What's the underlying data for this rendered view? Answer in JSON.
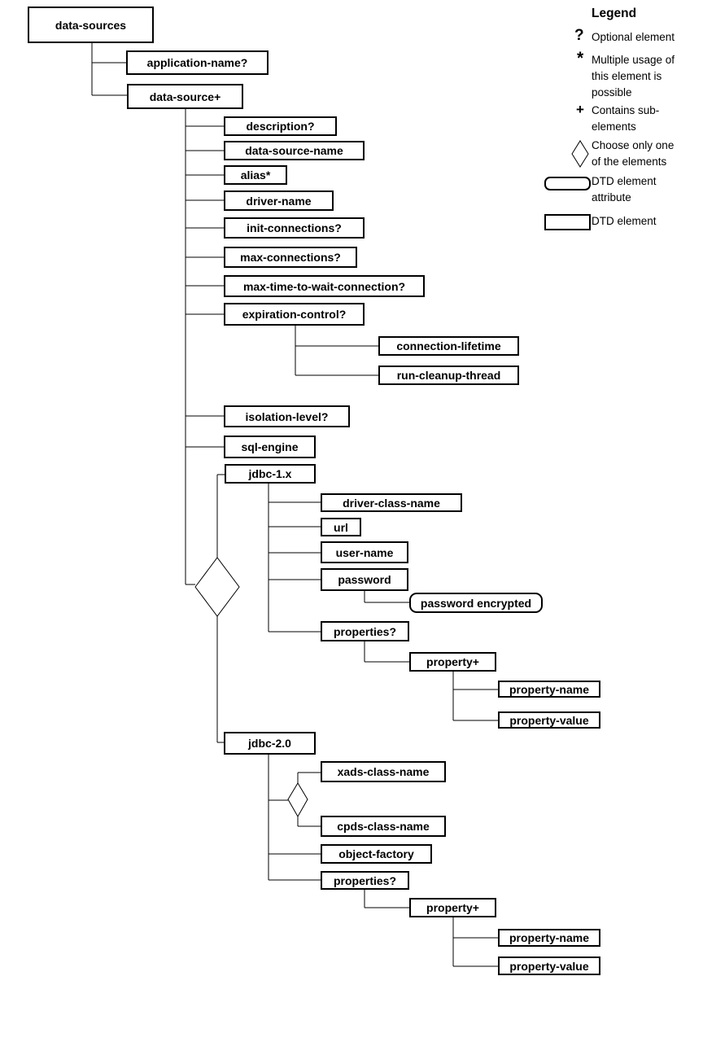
{
  "tree": {
    "nodes": [
      {
        "label": "data-sources",
        "type": "element",
        "parent": null
      },
      {
        "label": "application-name?",
        "type": "element",
        "parent": "data-sources"
      },
      {
        "label": "data-source+",
        "type": "element",
        "parent": "data-sources"
      },
      {
        "label": "description?",
        "type": "element",
        "parent": "data-source+"
      },
      {
        "label": "data-source-name",
        "type": "element",
        "parent": "data-source+"
      },
      {
        "label": "alias*",
        "type": "element",
        "parent": "data-source+"
      },
      {
        "label": "driver-name",
        "type": "element",
        "parent": "data-source+"
      },
      {
        "label": "init-connections?",
        "type": "element",
        "parent": "data-source+"
      },
      {
        "label": "max-connections?",
        "type": "element",
        "parent": "data-source+"
      },
      {
        "label": "max-time-to-wait-connection?",
        "type": "element",
        "parent": "data-source+"
      },
      {
        "label": "expiration-control?",
        "type": "element",
        "parent": "data-source+"
      },
      {
        "label": "connection-lifetime",
        "type": "element",
        "parent": "expiration-control?"
      },
      {
        "label": "run-cleanup-thread",
        "type": "element",
        "parent": "expiration-control?"
      },
      {
        "label": "isolation-level?",
        "type": "element",
        "parent": "data-source+"
      },
      {
        "label": "sql-engine",
        "type": "element",
        "parent": "data-source+"
      },
      {
        "label": "jdbc-1.x",
        "type": "element",
        "parent": "data-source+ (choice)"
      },
      {
        "label": "driver-class-name",
        "type": "element",
        "parent": "jdbc-1.x"
      },
      {
        "label": "url",
        "type": "element",
        "parent": "jdbc-1.x"
      },
      {
        "label": "user-name",
        "type": "element",
        "parent": "jdbc-1.x"
      },
      {
        "label": "password",
        "type": "element",
        "parent": "jdbc-1.x"
      },
      {
        "label": "password encrypted",
        "type": "attribute",
        "parent": "password"
      },
      {
        "label": "properties?",
        "type": "element",
        "parent": "jdbc-1.x"
      },
      {
        "label": "property+",
        "type": "element",
        "parent": "properties?"
      },
      {
        "label": "property-name",
        "type": "element",
        "parent": "property+"
      },
      {
        "label": "property-value",
        "type": "element",
        "parent": "property+"
      },
      {
        "label": "jdbc-2.0",
        "type": "element",
        "parent": "data-source+ (choice)"
      },
      {
        "label": "xads-class-name",
        "type": "element",
        "parent": "jdbc-2.0 (choice)"
      },
      {
        "label": "cpds-class-name",
        "type": "element",
        "parent": "jdbc-2.0 (choice)"
      },
      {
        "label": "object-factory",
        "type": "element",
        "parent": "jdbc-2.0"
      },
      {
        "label": "properties?",
        "type": "element",
        "parent": "jdbc-2.0"
      },
      {
        "label": "property+",
        "type": "element",
        "parent": "properties?"
      },
      {
        "label": "property-name",
        "type": "element",
        "parent": "property+"
      },
      {
        "label": "property-value",
        "type": "element",
        "parent": "property+"
      }
    ],
    "choices": [
      {
        "between": [
          "jdbc-1.x",
          "jdbc-2.0"
        ],
        "parent": "data-source+"
      },
      {
        "between": [
          "xads-class-name",
          "cpds-class-name"
        ],
        "parent": "jdbc-2.0"
      }
    ]
  },
  "legend": {
    "title": "Legend",
    "items": [
      {
        "symbol": "?",
        "label": "Optional element"
      },
      {
        "symbol": "*",
        "label": "Multiple usage of\nthis element is\npossible"
      },
      {
        "symbol": "+",
        "label": "Contains sub-\nelements"
      },
      {
        "symbol": "diamond",
        "label": "Choose only one\nof the elements"
      },
      {
        "symbol": "rounded-box",
        "label": "DTD element\nattribute"
      },
      {
        "symbol": "box",
        "label": "DTD element"
      }
    ]
  },
  "colors": {
    "line": "#000000",
    "background": "#ffffff",
    "box_fill": "#ffffff"
  }
}
